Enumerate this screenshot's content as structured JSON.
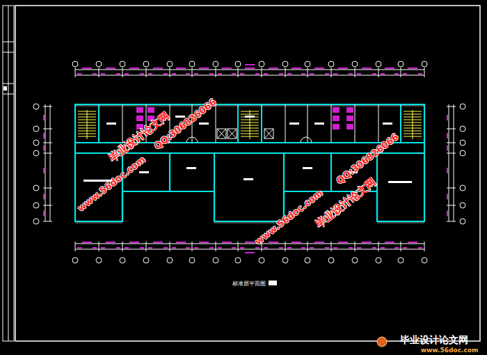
{
  "diagram": {
    "title": "标准层平面图",
    "labels": [
      "毕业设计论文网",
      "QQ:306826066",
      "www.56doc.com",
      "QQ:306826066",
      "www.56doc.com",
      "毕业设计论文网",
      "毕业设计论文网",
      "www.56doc.com"
    ]
  }
}
